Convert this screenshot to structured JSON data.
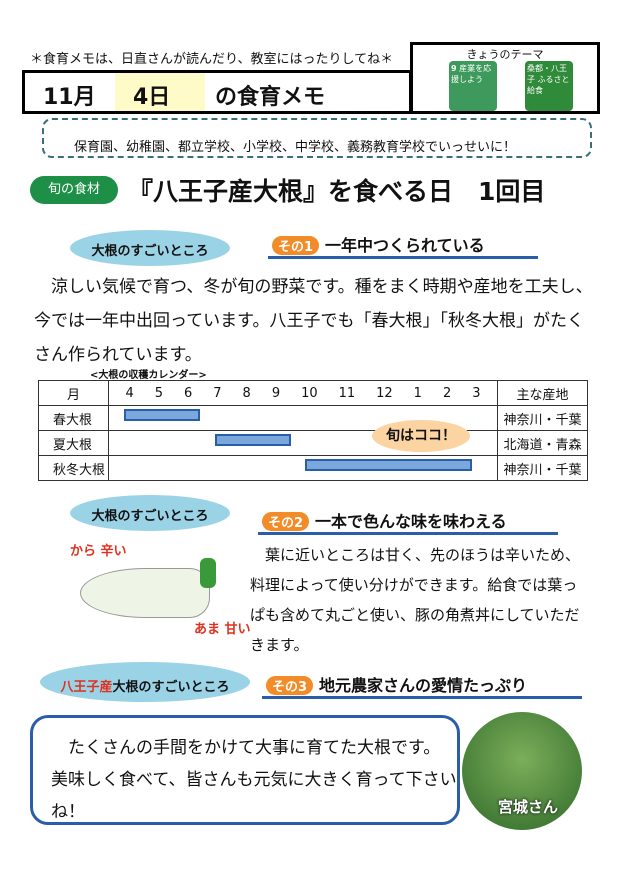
{
  "header": {
    "note": "＊食育メモは、日直さんが読んだり、教室にはったりしてね＊",
    "month": "11月",
    "day": "4日",
    "title_suffix": "の食育メモ",
    "theme_label": "きょうのテーマ",
    "sdg_num": "9",
    "sdg_text": "産業を応援しよう",
    "furusato": "桑都・八王子 ふるさと給食"
  },
  "banner": "保育園、幼稚園、都立学校、小学校、中学校、義務教育学校でいっせいに！",
  "shun_label": "旬の食材",
  "main_title": "『八王子産大根』を食べる日　1回目",
  "sections": [
    {
      "bubble": "大根のすごいところ",
      "tag": "その1",
      "title": "一年中つくられている",
      "text": "涼しい気候で育つ、冬が旬の野菜です。種をまく時期や産地を工夫し、今では一年中出回っています。八王子でも「春大根」「秋冬大根」がたくさん作られています。"
    },
    {
      "bubble": "大根のすごいところ",
      "tag": "その2",
      "title": "一本で色んな味を味わえる",
      "text": "葉に近いところは甘く、先のほうは辛いため、料理によって使い分けができます。給食では葉っぱも含めて丸ごと使い、豚の角煮丼にしていただきます。",
      "spicy": "から 辛い",
      "sweet": "あま 甘い"
    },
    {
      "bubble_red": "八王子産",
      "bubble": "大根のすごいところ",
      "tag": "その3",
      "title": "地元農家さんの愛情たっぷり"
    }
  ],
  "calendar": {
    "caption": "<大根の収穫カレンダー>",
    "month_label": "月",
    "months": [
      "4",
      "5",
      "6",
      "7",
      "8",
      "9",
      "10",
      "11",
      "12",
      "1",
      "2",
      "3"
    ],
    "area_header": "主な産地",
    "rows": [
      {
        "name": "春大根",
        "area": "神奈川・千葉",
        "start": 0,
        "end": 2
      },
      {
        "name": "夏大根",
        "area": "北海道・青森",
        "start": 3,
        "end": 5
      },
      {
        "name": "秋冬大根",
        "area": "神奈川・千葉",
        "start": 6,
        "end": 11
      }
    ],
    "shun_callout": "旬はココ！"
  },
  "message": "たくさんの手間をかけて大事に育てた大根です。美味しく食べて、皆さんも元気に大きく育って下さいね！",
  "farmer": "宮城さん"
}
